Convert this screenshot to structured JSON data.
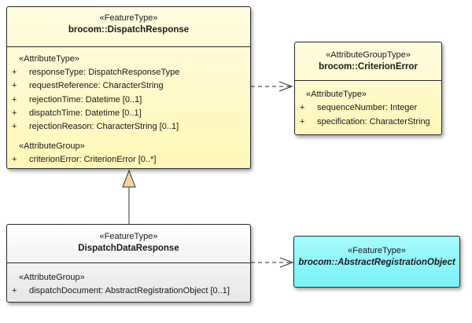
{
  "dispatch_response": {
    "stereotype": "«FeatureType»",
    "name": "brocom::DispatchResponse",
    "attribute_type_label": "«AttributeType»",
    "attributes": [
      {
        "visibility": "+",
        "text": "responseType: DispatchResponseType"
      },
      {
        "visibility": "+",
        "text": "requestReference: CharacterString"
      },
      {
        "visibility": "+",
        "text": "rejectionTime: Datetime [0..1]"
      },
      {
        "visibility": "+",
        "text": "dispatchTime: Datetime [0..1]"
      },
      {
        "visibility": "+",
        "text": "rejectionReason: CharacterString [0..1]"
      }
    ],
    "attribute_group_label": "«AttributeGroup»",
    "groups": [
      {
        "visibility": "+",
        "text": "criterionError: CriterionError [0..*]"
      }
    ]
  },
  "criterion_error": {
    "stereotype": "«AttributeGroupType»",
    "name": "brocom::CriterionError",
    "attribute_type_label": "«AttributeType»",
    "attributes": [
      {
        "visibility": "+",
        "text": "sequenceNumber: Integer"
      },
      {
        "visibility": "+",
        "text": "specification: CharacterString"
      }
    ]
  },
  "dispatch_data_response": {
    "stereotype": "«FeatureType»",
    "name": "DispatchDataResponse",
    "attribute_group_label": "«AttributeGroup»",
    "groups": [
      {
        "visibility": "+",
        "text": "dispatchDocument: AbstractRegistrationObject [0..1]"
      }
    ]
  },
  "abstract_registration_object": {
    "stereotype": "«FeatureType»",
    "name": "brocom::AbstractRegistrationObject"
  },
  "colors": {
    "yellow_class": "#fff7b8",
    "grey_class": "#e6e6e6",
    "cyan_class": "#7af1f8",
    "generalization_arrow": "#f5d4a0"
  }
}
